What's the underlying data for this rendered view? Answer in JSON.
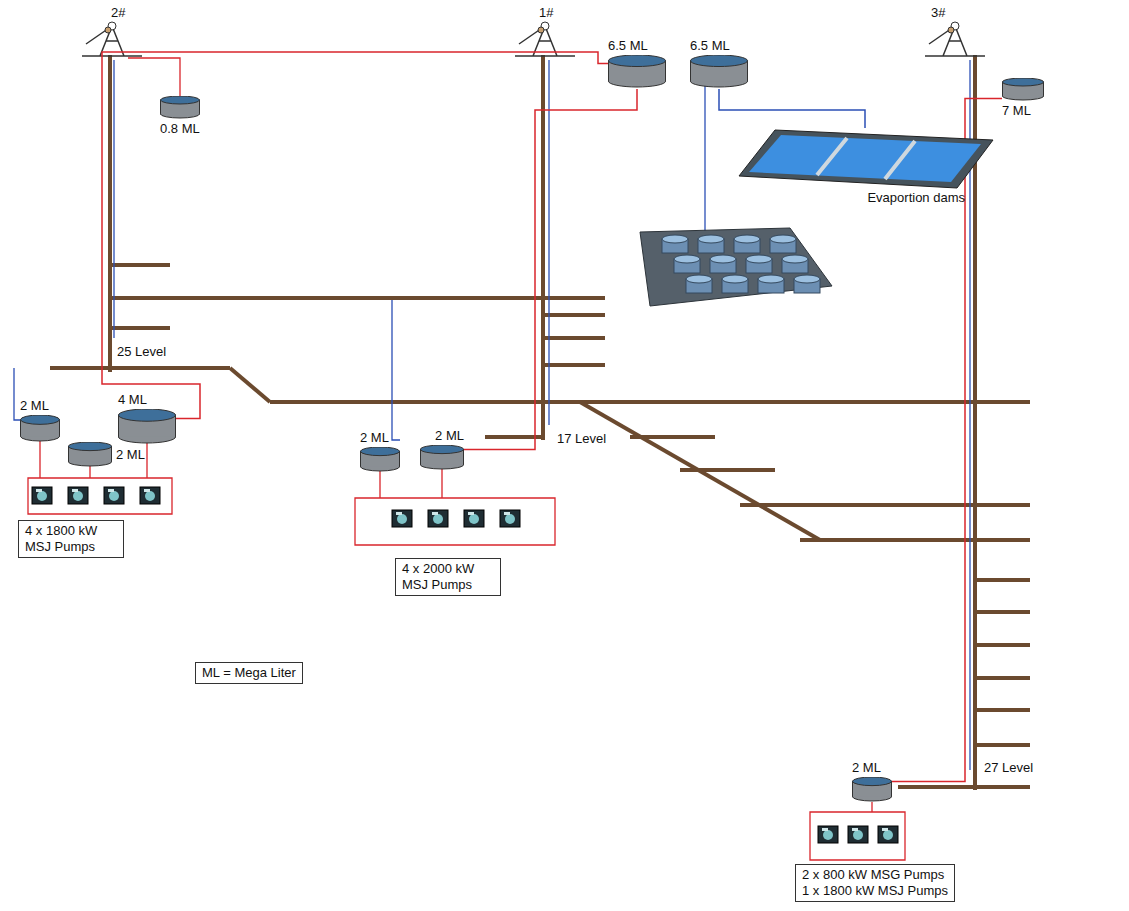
{
  "diagram": {
    "nodes": [
      {
        "text": [
          "6.5 ML"
        ]
      },
      {
        "text": [
          "6.5 ML"
        ]
      },
      {
        "text": [
          "7 ML"
        ]
      },
      {
        "text": [
          "0.8 ML"
        ]
      },
      {
        "text": [
          "Evaportion dams"
        ]
      },
      {
        "text": [
          "2 ML"
        ]
      },
      {
        "text": [
          "4 ML"
        ]
      },
      {
        "text": [
          "2 ML"
        ]
      },
      {
        "text": [
          "4 x 1800 kW MSJ Pumps"
        ]
      },
      {
        "text": [
          "2 ML"
        ]
      },
      {
        "text": [
          "2 ML"
        ]
      },
      {
        "text": [
          "4 x 2000 kW MSJ Pumps"
        ]
      },
      {
        "text": [
          "ML = Mega Liter"
        ]
      },
      {
        "text": [
          "2 ML"
        ]
      },
      {
        "text": [
          "2 x  800 kW MSG Pumps",
          "1 x 1800 kW MSJ Pumps"
        ]
      }
    ],
    "edges": [
      {
        "from": 1,
        "to": 4,
        "arrow": "none"
      },
      {
        "from": 6,
        "to": 0,
        "arrow": "none"
      },
      {
        "from": 10,
        "to": 0,
        "arrow": "none"
      },
      {
        "from": 13,
        "to": 2,
        "arrow": "none"
      }
    ],
    "labels": [
      "2#",
      "1#",
      "3#",
      "25 Level",
      "17 Level",
      "27 Level"
    ]
  }
}
